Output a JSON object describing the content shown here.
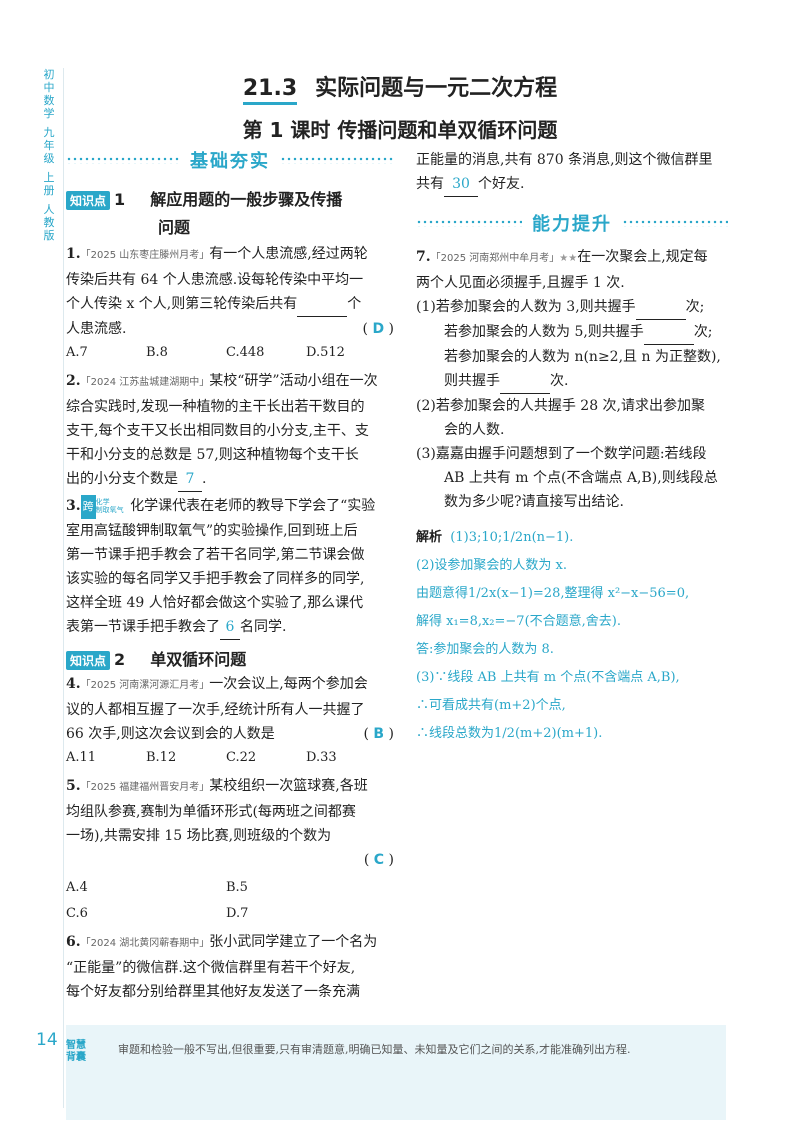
{
  "sidebar": [
    "初",
    "中",
    "数",
    "学",
    "九",
    "年",
    "级",
    "上",
    "册",
    "人",
    "教",
    "版"
  ],
  "title": {
    "num": "21.3",
    "text": "实际问题与一元二次方程"
  },
  "subtitle": "第 1 课时  传播问题和单双循环问题",
  "banner1": "基础夯实",
  "banner2": "能力提升",
  "kp1": {
    "tag": "知识点",
    "num": "1",
    "title": "解应用题的一般步骤及传播",
    "title2": "问题"
  },
  "kp2": {
    "tag": "知识点",
    "num": "2",
    "title": "单双循环问题"
  },
  "q1": {
    "num": "1.",
    "src": "「2025 山东枣庄滕州月考」",
    "l1": "有一个人患流感,经过两轮",
    "l2": "传染后共有 64 个人患流感.设每轮传染中平均一",
    "l3": "个人传染 x 个人,则第三轮传染后共有",
    "l3b": "个",
    "l4": "人患流感.",
    "ans": "D",
    "opts": [
      "A.7",
      "B.8",
      "C.448",
      "D.512"
    ]
  },
  "q2": {
    "num": "2.",
    "src": "「2024 江苏盐城建湖期中」",
    "l1": "某校“研学”活动小组在一次",
    "l2": "综合实践时,发现一种植物的主干长出若干数目的",
    "l3": "支干,每个支干又长出相同数目的小分支,主干、支",
    "l4": "干和小分支的总数是 57,则这种植物每个支干长",
    "l5": "出的小分支个数是",
    "ans": "7"
  },
  "q3": {
    "num": "3.",
    "badge": "跨",
    "badge2": "化学",
    "badge3": "制取氧气",
    "l1": "化学课代表在老师的教导下学会了“实验",
    "l2": "室用高锰酸钾制取氧气”的实验操作,回到班上后",
    "l3": "第一节课手把手教会了若干名同学,第二节课会做",
    "l4": "该实验的每名同学又手把手教会了同样多的同学,",
    "l5": "这样全班 49 人恰好都会做这个实验了,那么课代",
    "l6": "表第一节课手把手教会了",
    "ans": "6",
    "l6b": "名同学."
  },
  "q4": {
    "num": "4.",
    "src": "「2025 河南漯河源汇月考」",
    "l1": "一次会议上,每两个参加会",
    "l2": "议的人都相互握了一次手,经统计所有人一共握了",
    "l3": "66 次手,则这次会议到会的人数是",
    "ans": "B",
    "opts": [
      "A.11",
      "B.12",
      "C.22",
      "D.33"
    ]
  },
  "q5": {
    "num": "5.",
    "src": "「2025 福建福州晋安月考」",
    "l1": "某校组织一次篮球赛,各班",
    "l2": "均组队参赛,赛制为单循环形式(每两班之间都赛",
    "l3": "一场),共需安排 15 场比赛,则班级的个数为",
    "ans": "C",
    "opts": [
      "A.4",
      "B.5",
      "C.6",
      "D.7"
    ]
  },
  "q6": {
    "num": "6.",
    "src": "「2024 湖北黄冈蕲春期中」",
    "l1": "张小武同学建立了一个名为",
    "l2": "“正能量”的微信群.这个微信群里有若干个好友,",
    "l3": "每个好友都分别给群里其他好友发送了一条充满",
    "r1": "正能量的消息,共有 870 条消息,则这个微信群里",
    "r2": "共有",
    "ans": "30",
    "r2b": "个好友."
  },
  "q7": {
    "num": "7.",
    "src": "「2025 河南郑州中牟月考」",
    "l1": "在一次聚会上,规定每",
    "l2": "两个人见面必须握手,且握手 1 次.",
    "s1a": "(1)若参加聚会的人数为 3,则共握手",
    "s1a2": "次;",
    "s1b": "若参加聚会的人数为 5,则共握手",
    "s1b2": "次;",
    "s1c": "若参加聚会的人数为 n(n≥2,且 n 为正整数),",
    "s1d": "则共握手",
    "s1d2": "次.",
    "s2a": "(2)若参加聚会的人共握手 28 次,请求出参加聚",
    "s2b": "会的人数.",
    "s3a": "(3)嘉嘉由握手问题想到了一个数学问题:若线段",
    "s3b": "AB 上共有 m 个点(不含端点 A,B),则线段总",
    "s3c": "数为多少呢?请直接写出结论."
  },
  "solution": {
    "label": "解析",
    "a1": "(1)3;10;",
    "a1f": "1/2",
    "a1b": "n(n−1).",
    "a2": "(2)设参加聚会的人数为 x.",
    "a3": "由题意得",
    "a3f": "1/2",
    "a3b": "x(x−1)=28,整理得 x²−x−56=0,",
    "a4": "解得 x₁=8,x₂=−7(不合题意,舍去).",
    "a5": "答:参加聚会的人数为 8.",
    "a6": "(3)∵线段 AB 上共有 m 个点(不含端点 A,B),",
    "a7": "∴可看成共有(m+2)个点,",
    "a8": "∴线段总数为",
    "a8f": "1/2",
    "a8b": "(m+2)(m+1)."
  },
  "footer": {
    "page": "14",
    "tag": "智慧背囊",
    "text": "审题和检验一般不写出,但很重要,只有审清题意,明确已知量、未知量及它们之间的关系,才能准确列出方程."
  }
}
